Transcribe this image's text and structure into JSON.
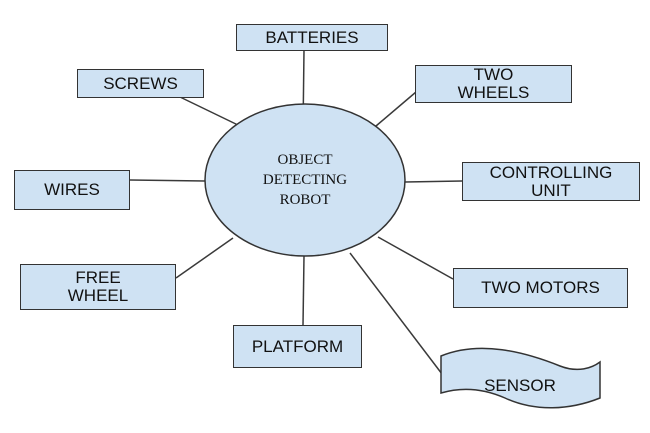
{
  "colors": {
    "fill": "#cfe2f3",
    "stroke": "#333333",
    "line": "#3a3a3a"
  },
  "center": {
    "label": "OBJECT\nDETECTING\nROBOT"
  },
  "nodes": {
    "batteries": "BATTERIES",
    "screws": "SCREWS",
    "two_wheels": "TWO\nWHEELS",
    "wires": "WIRES",
    "controlling_unit": "CONTROLLING\nUNIT",
    "free_wheel": "FREE\nWHEEL",
    "two_motors": "TWO MOTORS",
    "platform": "PLATFORM",
    "sensor": "SENSOR"
  }
}
